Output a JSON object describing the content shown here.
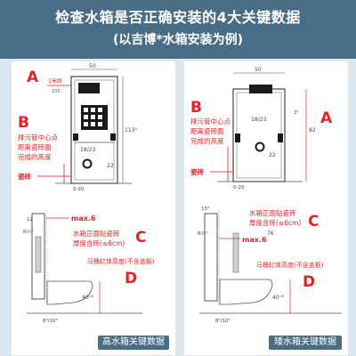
{
  "header": {
    "title": "检查水箱是否正确安装的4大关键数据",
    "subtitle": "(以吉博*水箱安装为例)"
  },
  "colors": {
    "header_bg": "#4a6d86",
    "page_bg": "#dbe6ee",
    "accent_red": "#e02424",
    "line_red": "#e84a4a",
    "pink": "#f2b5b5",
    "tank_black": "#1a1a1a"
  },
  "tall": {
    "caption": "高水箱关键数据",
    "label_a": "A",
    "label_b": "B",
    "label_c": "C",
    "label_d": "D",
    "mark_1m": "1米线",
    "dim_top_left": "100",
    "dim_width": "50",
    "dim_height": "113⁵",
    "b_text_1": "排污管中心点",
    "b_text_2": "距离瓷砖面",
    "b_text_3": "完成的高度",
    "tile": "瓷砖",
    "pipe_range": "18/23",
    "pipe_offset": "22",
    "base_range": "0-20",
    "max6": "max.6",
    "side_12": "12",
    "side_r": "R½\"",
    "c_text_1": "水箱正面贴瓷砖",
    "c_text_2": "厚度含砖(≤6cm)",
    "d_text": "马桶缸体高度(不含盖板)",
    "d_dim": "40⁺²",
    "bottom_dims": "8⁵/10⁵"
  },
  "short": {
    "caption": "矮水箱关键数据",
    "label_a": "A",
    "label_b": "B",
    "label_c": "C",
    "label_d": "D",
    "dim_width": "50",
    "dim_height": "82",
    "dim_small": "3⁵",
    "b_text_1": "排污管中心点",
    "b_text_2": "距离瓷砖面",
    "b_text_3": "完成的高度",
    "tile": "瓷砖",
    "pipe_range": "18/23",
    "pipe_offset": "22",
    "base_range": "0-20",
    "max6": "max.6",
    "side_15": "15⁵",
    "side_r": "R½\"",
    "dim_76": "76",
    "c_text_1": "水箱正面贴瓷砖",
    "c_text_2": "厚度含砖(≤6cm)",
    "d_text": "马桶缸体高度(不含盖板)",
    "d_dim": "40⁺²",
    "bottom_dims": "8⁵/10⁵"
  }
}
